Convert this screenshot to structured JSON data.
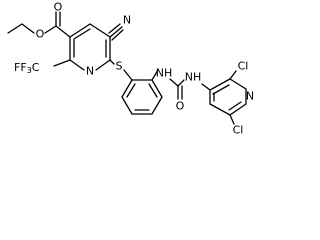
{
  "atoms": {
    "ester_oxygen_top": "O",
    "ester_oxygen_ring": "O",
    "nitrile_n": "N",
    "pyridine_n": "N",
    "cf3_f": "F",
    "cf3_c": "F",
    "cf3_c_sub": "3",
    "cf3_c_suffix": "C",
    "sulfur": "S",
    "amide_nh_left": "NH",
    "amide_nh_right": "NH",
    "carbonyl_o": "O",
    "right_ring_n": "N",
    "chlorine_top": "Cl",
    "chlorine_bottom": "Cl"
  },
  "colors": {
    "bond": "#000000",
    "text": "#000000",
    "background": "#ffffff"
  }
}
